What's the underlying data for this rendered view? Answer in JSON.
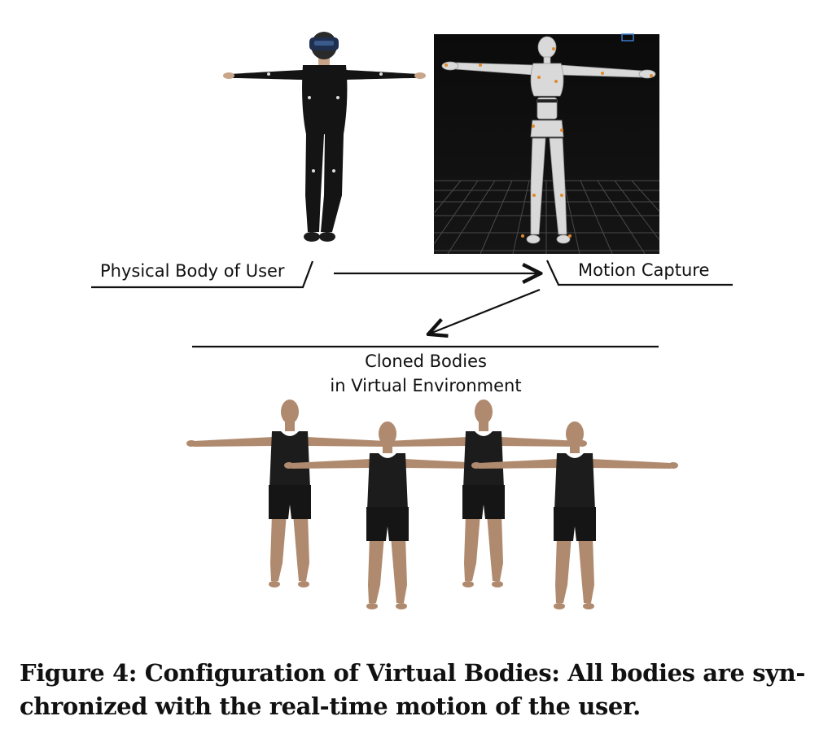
{
  "diagram": {
    "nodes": {
      "physical_body": {
        "label": "Physical Body of User"
      },
      "motion_capture": {
        "label": "Motion Capture"
      },
      "cloned_bodies": {
        "label_line_1": "Cloned Bodies",
        "label_line_2": "in Virtual Environment"
      }
    },
    "edges": [
      {
        "from": "physical_body",
        "to": "motion_capture"
      },
      {
        "from": "motion_capture",
        "to": "cloned_bodies"
      }
    ],
    "clone_count": 4
  },
  "caption": {
    "line_1": "Figure 4: Configuration of Virtual Bodies: All bodies are syn-",
    "line_2": "chronized with the real-time motion of the user."
  },
  "colors": {
    "mocap_background": "#0b0b0b",
    "mannequin": "#d9d9d9",
    "suit": "#141414",
    "skin": "#b08a6e",
    "clothing": "#1c1c1c",
    "marker": "#e08a2c",
    "headset": "#1f2f4f"
  }
}
